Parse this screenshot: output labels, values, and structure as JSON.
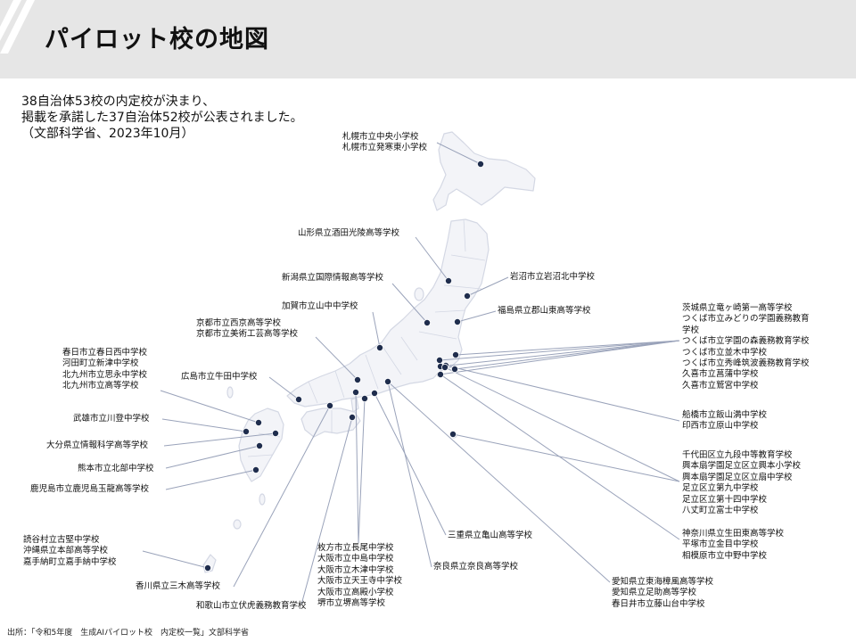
{
  "page": {
    "title": "パイロット校の地図",
    "intro": [
      "38自治体53校の内定校が決まり、",
      "掲載を承諾した37自治体52校が公表されました。",
      "（文部科学省、2023年10月）"
    ],
    "source": "出所：「令和5年度　生成AIパイロット校　内定校一覧」文部科学省",
    "colors": {
      "header_bg": "#e6e6e6",
      "marker": "#1f2d4d",
      "leader": "#9aa3ba",
      "land_fill": "#f3f4f8",
      "land_stroke": "#d4d8e4"
    }
  },
  "groups": [
    {
      "id": "sapporo",
      "schools": [
        "札幌市立中央小学校",
        "札幌市立発寒東小学校"
      ]
    },
    {
      "id": "yamagata",
      "schools": [
        "山形県立酒田光陵高等学校"
      ]
    },
    {
      "id": "iwanuma",
      "schools": [
        "岩沼市立岩沼北中学校"
      ]
    },
    {
      "id": "niigata",
      "schools": [
        "新潟県立国際情報高等学校"
      ]
    },
    {
      "id": "fukushima",
      "schools": [
        "福島県立郡山東高等学校"
      ]
    },
    {
      "id": "kaga",
      "schools": [
        "加賀市立山中中学校"
      ]
    },
    {
      "id": "kyoto",
      "schools": [
        "京都市立西京高等学校",
        "京都市立美術工芸高等学校"
      ]
    },
    {
      "id": "ibaraki",
      "schools": [
        "茨城県立竜ヶ崎第一高等学校",
        "つくば市立みどりの学園義務教育",
        "学校",
        "つくば市立学園の森義務教育学校",
        "つくば市立並木中学校",
        "つくば市立秀峰筑波義務教育学校",
        "久喜市立菖蒲中学校",
        "久喜市立鷲宮中学校"
      ]
    },
    {
      "id": "kasuga",
      "schools": [
        "春日市立春日西中学校",
        "河田町立新津中学校",
        "北九州市立思永中学校",
        "北九州市立高等学校"
      ]
    },
    {
      "id": "hiroshima",
      "schools": [
        "広島市立牛田中学校"
      ]
    },
    {
      "id": "funabashi",
      "schools": [
        "船橋市立飯山満中学校",
        "印西市立原山中学校"
      ]
    },
    {
      "id": "takeo",
      "schools": [
        "武雄市立川登中学校"
      ]
    },
    {
      "id": "oita",
      "schools": [
        "大分県立情報科学高等学校"
      ]
    },
    {
      "id": "tokyo",
      "schools": [
        "千代田区立九段中等教育学校",
        "興本扇学園足立区立興本小学校",
        "興本扇学園足立区立扇中学校",
        "足立区立第九中学校",
        "足立区立第十四中学校",
        "八丈町立富士中学校"
      ]
    },
    {
      "id": "kumamoto",
      "schools": [
        "熊本市立北部中学校"
      ]
    },
    {
      "id": "kagoshima",
      "schools": [
        "鹿児島市立鹿児島玉龍高等学校"
      ]
    },
    {
      "id": "kanagawa",
      "schools": [
        "神奈川県立生田東高等学校",
        "平塚市立金目中学校",
        "相模原市立中野中学校"
      ]
    },
    {
      "id": "mie",
      "schools": [
        "三重県立亀山高等学校"
      ]
    },
    {
      "id": "okinawa",
      "schools": [
        "読谷村立古堅中学校",
        "沖縄県立本部高等学校",
        "嘉手納町立嘉手納中学校"
      ]
    },
    {
      "id": "osaka",
      "schools": [
        "枚方市立長尾中学校",
        "大阪市立中島中学校",
        "大阪市立木津中学校",
        "大阪市立天王寺中学校",
        "大阪市立高殿小学校",
        "堺市立堺高等学校"
      ]
    },
    {
      "id": "nara",
      "schools": [
        "奈良県立奈良高等学校"
      ]
    },
    {
      "id": "aichi",
      "schools": [
        "愛知県立東海樟風高等学校",
        "愛知県立足助高等学校",
        "春日井市立藤山台中学校"
      ]
    },
    {
      "id": "kagawa",
      "schools": [
        "香川県立三木高等学校"
      ]
    },
    {
      "id": "wakayama",
      "schools": [
        "和歌山市立伏虎義務教育学校"
      ]
    }
  ]
}
